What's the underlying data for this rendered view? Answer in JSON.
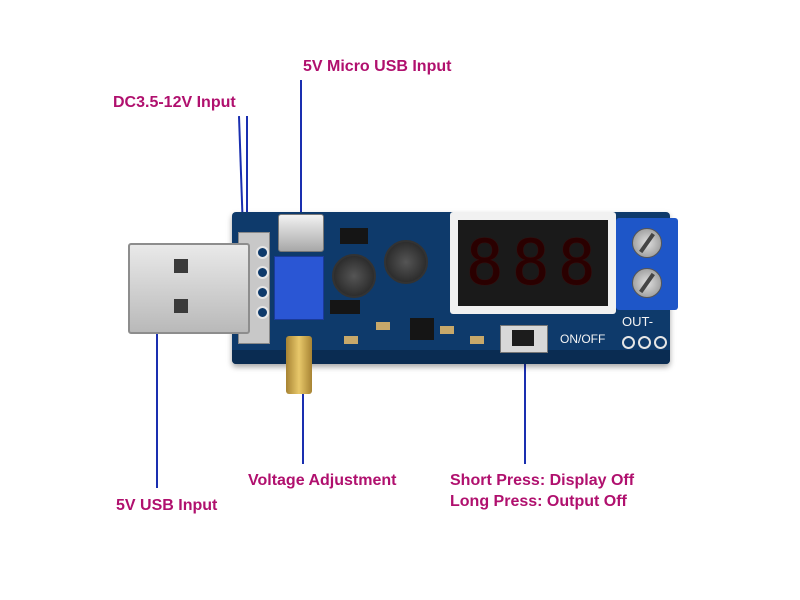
{
  "callouts": {
    "micro_usb": "5V Micro USB Input",
    "dc_input": "DC3.5-12V Input",
    "usb_input": "5V USB Input",
    "voltage_adjust": "Voltage Adjustment",
    "button_short": "Short Press: Display Off",
    "button_long": "Long Press: Output Off"
  },
  "board": {
    "out_label": "OUT-",
    "onoff_label": "ON/OFF",
    "display_digits": [
      "8",
      "8",
      "8"
    ]
  },
  "colors": {
    "label": "#b0106e",
    "leader": "#1a2fb0",
    "pcb": "#0e3a6b"
  }
}
